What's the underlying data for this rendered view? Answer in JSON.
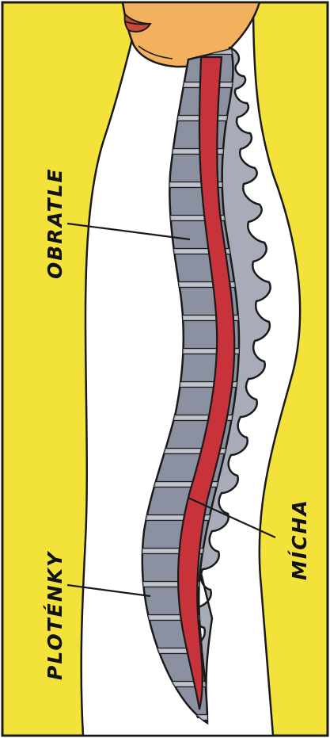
{
  "colors": {
    "background": "#f2e23a",
    "body": "#ffffff",
    "skin": "#f3b15e",
    "lips": "#c94a37",
    "vertebrae": "#a8acb9",
    "vertebrae_shade": "#8c91a2",
    "spinal_cord": "#c8323a",
    "outline": "#1a1a1a"
  },
  "labels": {
    "vertebrae": "OBRATLE",
    "spinal_cord": "MÍCHA",
    "discs": "PLOTÉNKY"
  }
}
